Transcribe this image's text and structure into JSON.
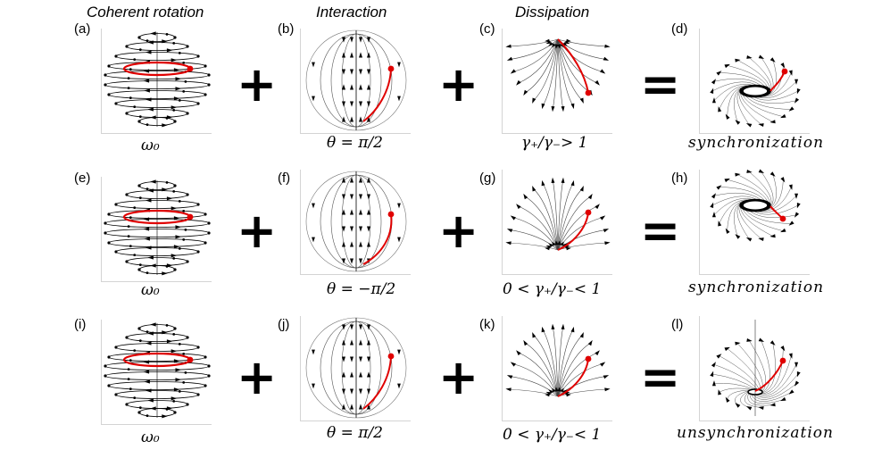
{
  "columns": {
    "rotation": "Coherent rotation",
    "interaction": "Interaction",
    "dissipation": "Dissipation"
  },
  "panels": {
    "a": "(a)",
    "b": "(b)",
    "c": "(c)",
    "d": "(d)",
    "e": "(e)",
    "f": "(f)",
    "g": "(g)",
    "h": "(h)",
    "i": "(i)",
    "j": "(j)",
    "k": "(k)",
    "l": "(l)"
  },
  "operators": {
    "plus": "+",
    "equals": "="
  },
  "rows": [
    {
      "rotation": "ω₀",
      "interaction": "θ = π/2",
      "dissipation": "γ₊/γ₋> 1",
      "result": "synchronization"
    },
    {
      "rotation": "ω₀",
      "interaction": "θ = −π/2",
      "dissipation": "0 < γ₊/γ₋< 1",
      "result": "synchronization"
    },
    {
      "rotation": "ω₀",
      "interaction": "θ = π/2",
      "dissipation": "0 < γ₊/γ₋< 1",
      "result": "unsynchronization"
    }
  ],
  "colors": {
    "trajectory": "#e00000",
    "flow": "#000000",
    "frame": "#d4d4d4"
  }
}
